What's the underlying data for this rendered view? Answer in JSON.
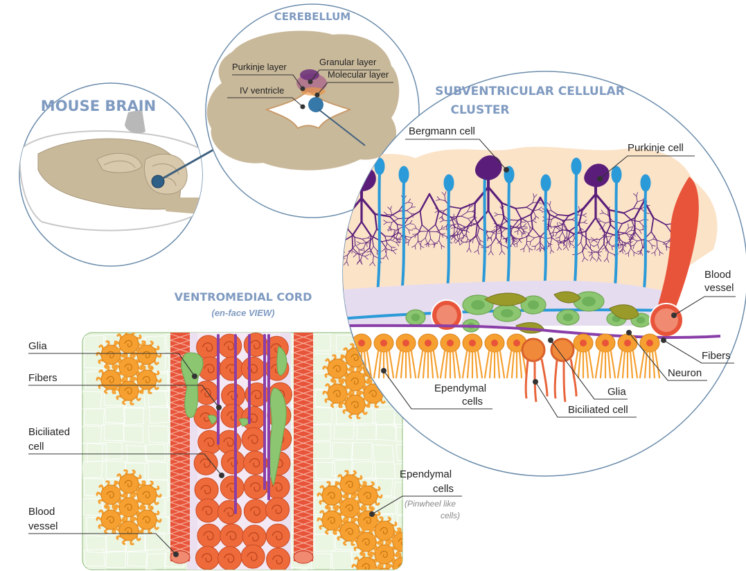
{
  "titles": {
    "mouse_brain": "MOUSE BRAIN",
    "cerebellum": "CEREBELLUM",
    "svc_line1": "SUBVENTRICULAR CELLULAR",
    "svc_line2": "CLUSTER",
    "vm_cord": "VENTROMEDIAL CORD",
    "vm_view": "(en-face VIEW)"
  },
  "cerebellum_labels": {
    "purkinje_layer": "Purkinje layer",
    "granular_layer": "Granular layer",
    "molecular_layer": "Molecular layer",
    "iv_ventricle": "IV ventricle"
  },
  "cluster_labels": {
    "bergmann_cell": "Bergmann cell",
    "purkinje_cell": "Purkinje cell",
    "blood_vessel_1": "Blood",
    "blood_vessel_2": "vessel",
    "fibers": "Fibers",
    "neuron": "Neuron",
    "ependymal_1": "Ependymal",
    "ependymal_2": "cells",
    "glia": "Glia",
    "biciliated_cell": "Biciliated cell"
  },
  "cord_labels": {
    "glia": "Glia",
    "fibers": "Fibers",
    "biciliated_1": "Biciliated",
    "biciliated_2": "cell",
    "blood_1": "Blood",
    "blood_2": "vessel",
    "ependymal_1": "Ependymal",
    "ependymal_2": "cells",
    "pinwheel_1": "(Pinwheel like",
    "pinwheel_2": "cells)"
  },
  "colors": {
    "title_blue": "#7f9ac0",
    "brain_tan": "#c9b99b",
    "bergmann_blue": "#2a9ad8",
    "purkinje_purple": "#5a1e7a",
    "ependymal_orange": "#f5a030",
    "vessel_red": "#e8543a",
    "glia_green": "#8cc670",
    "cytoplasm_cream": "#fbe3c8"
  }
}
